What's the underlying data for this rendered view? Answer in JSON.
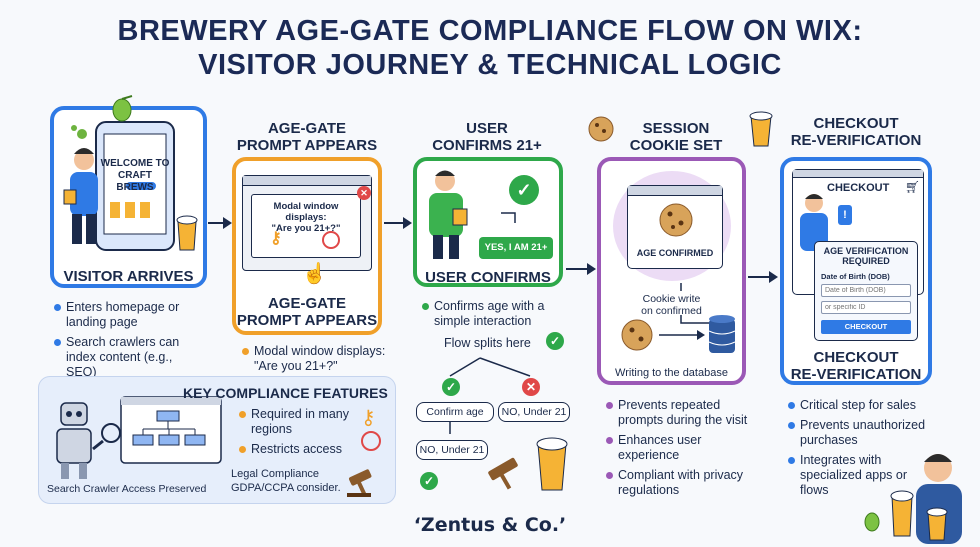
{
  "title": {
    "line1": "BREWERY AGE-GATE COMPLIANCE FLOW ON WIX:",
    "line2": "VISITOR JOURNEY & TECHNICAL LOGIC"
  },
  "stages": {
    "visitor": {
      "screen_line1": "WELCOME TO",
      "screen_line2": "CRAFT BREWS",
      "label": "VISITOR ARRIVES",
      "bullets": [
        "Enters homepage or landing page",
        "Search crawlers can index content (e.g., SEO)"
      ]
    },
    "agegate": {
      "head_line1": "AGE-GATE",
      "head_line2": "PROMPT APPEARS",
      "modal_line1": "Modal window displays:",
      "modal_line2": "\"Are you 21+?\"",
      "label_line1": "AGE-GATE",
      "label_line2": "PROMPT APPEARS",
      "bullet": "Modal window displays: \"Are you 21+?\""
    },
    "confirm": {
      "head_line1": "USER",
      "head_line2": "CONFIRMS 21+",
      "button": "YES, I AM 21+",
      "label": "USER CONFIRMS 21+",
      "bullet": "Confirms age with a simple interaction",
      "flow_split": "Flow splits here",
      "confirm_age": "Confirm age",
      "no_under_1": "NO, Under 21",
      "no_under_2": "NO, Under 21"
    },
    "cookie": {
      "head_line1": "SESSION",
      "head_line2": "COOKIE SET",
      "age_confirmed": "AGE CONFIRMED",
      "cookie_write_1": "Cookie write",
      "cookie_write_2": "on confirmed",
      "writing_db": "Writing to the database",
      "bullets": [
        "Prevents repeated prompts during the visit",
        "Enhances user experience",
        "Compliant with privacy regulations"
      ]
    },
    "checkout": {
      "head_line1": "CHECKOUT",
      "head_line2": "RE-VERIFICATION",
      "screen_title": "CHECKOUT",
      "verify_line1": "AGE VERIFICATION",
      "verify_line2": "REQUIRED",
      "dob_label": "Date of Birth (DOB)",
      "dob_placeholder": "Date of Birth (DOB)",
      "id_placeholder": "or specific ID",
      "checkout_button": "CHECKOUT",
      "label_line1": "CHECKOUT",
      "label_line2": "RE-VERIFICATION",
      "bullets": [
        "Critical step for sales",
        "Prevents unauthorized purchases",
        "Integrates with specialized apps or flows"
      ]
    }
  },
  "key_features": {
    "title": "KEY COMPLIANCE FEATURES",
    "items": [
      "Required in many regions",
      "Restricts access"
    ],
    "crawler_caption": "Search Crawler Access Preserved",
    "legal_line1": "Legal Compliance",
    "legal_line2": "GDPA/CCPA consider."
  },
  "footer": "‘Zentus & Co.’",
  "colors": {
    "visitor": "#2f7ae5",
    "agegate": "#f0a02a",
    "confirm": "#2ea84a",
    "cookie": "#9b59b6",
    "checkout": "#2f7ae5",
    "navy": "#1b2a4a"
  }
}
